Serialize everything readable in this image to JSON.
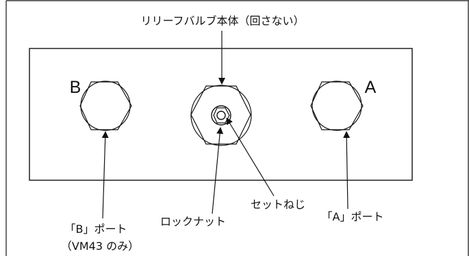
{
  "labels": {
    "top": "リリーフバルブ本体（回さない）",
    "letter_b": "B",
    "letter_a": "A",
    "b_port_line1": "「B」ポート",
    "b_port_line2": "（VM43 のみ）",
    "lock_nut": "ロックナット",
    "set_screw": "セットねじ",
    "a_port": "「A」ポート"
  },
  "colors": {
    "line": "#111111",
    "background": "#ffffff"
  }
}
